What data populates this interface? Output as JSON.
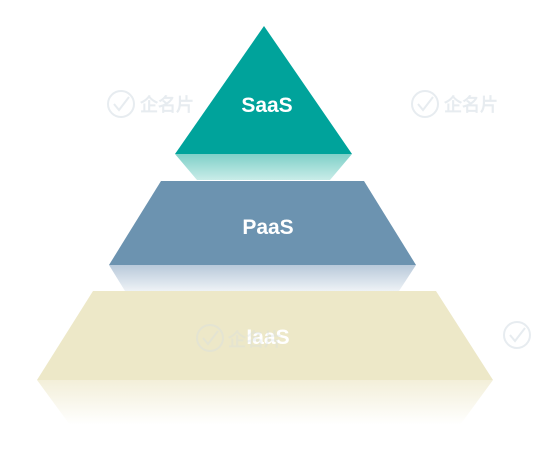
{
  "diagram": {
    "type": "pyramid",
    "layers": [
      {
        "label": "SaaS",
        "color": "#00a39b",
        "reflection_color": "#8fd6cf"
      },
      {
        "label": "PaaS",
        "color": "#6c93b0",
        "reflection_color": "#cdd9e6"
      },
      {
        "label": "IaaS",
        "color": "#ede8c8",
        "reflection_color": "#f7f4e6"
      }
    ]
  },
  "watermark": {
    "icon": "checkmark-circle-icon",
    "text": "企名片",
    "color": "#d4dde4"
  }
}
